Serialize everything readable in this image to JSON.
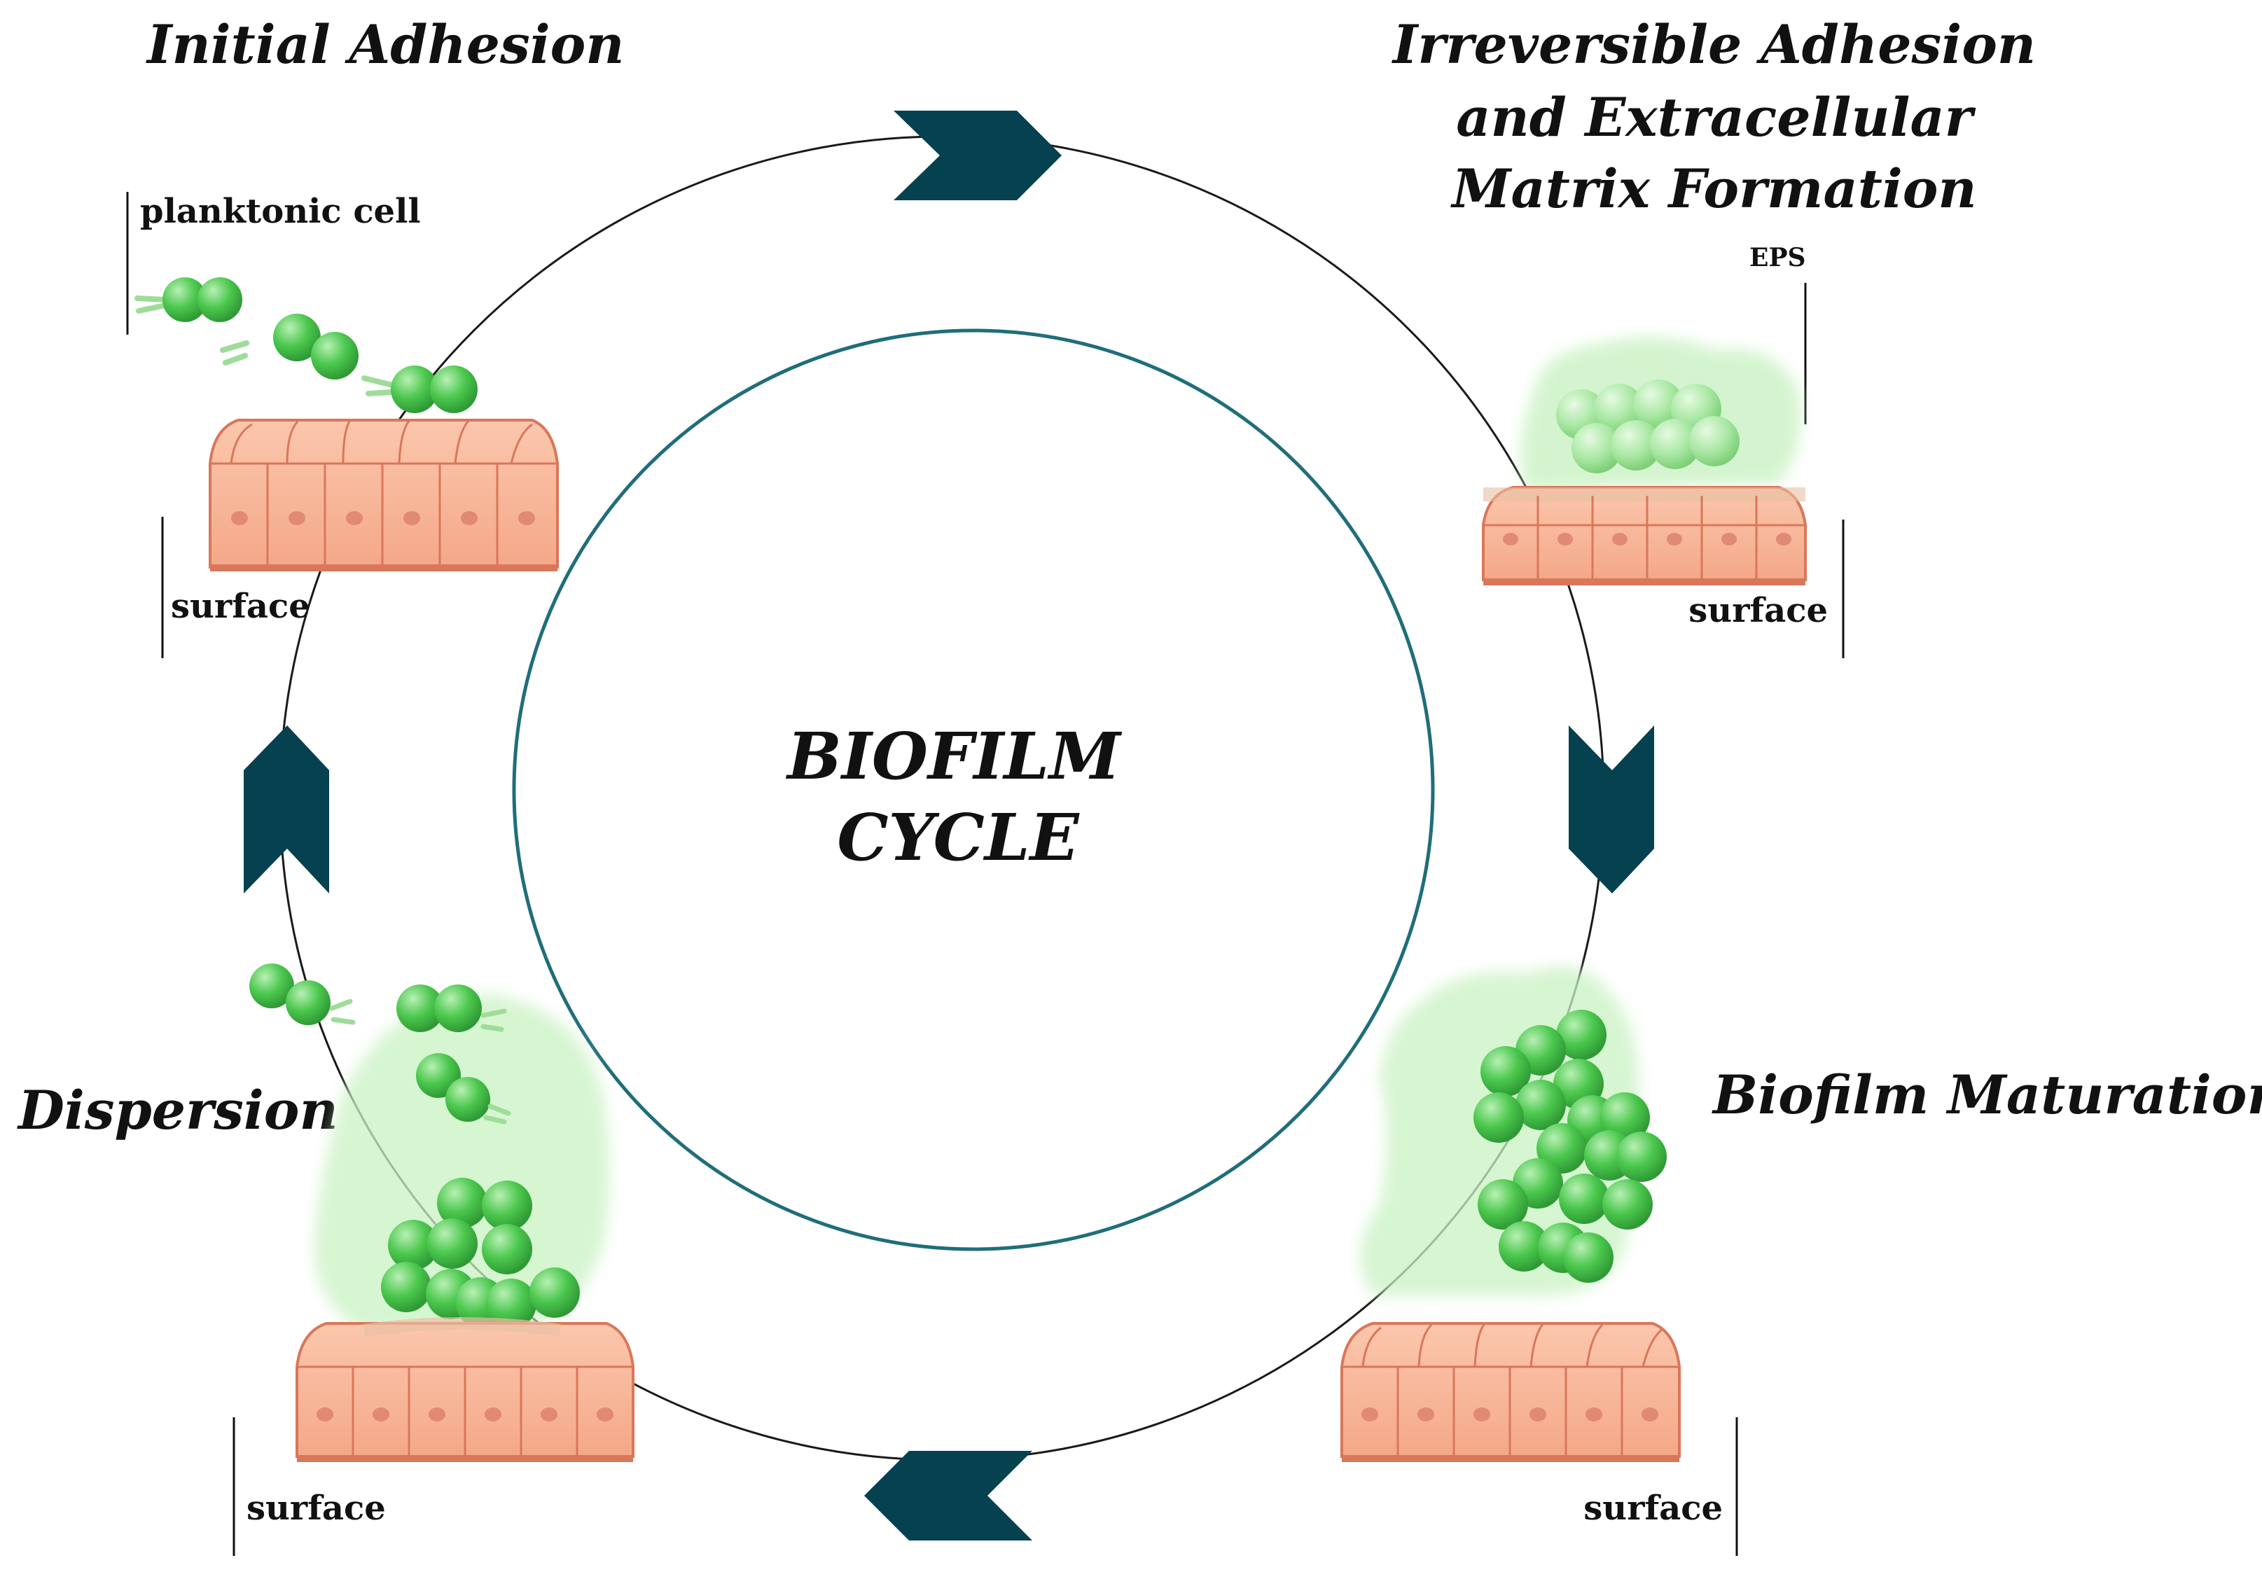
{
  "center_title": {
    "line1": "BIOFILM",
    "line2": "CYCLE"
  },
  "stages": {
    "initial_adhesion": {
      "title": "Initial Adhesion",
      "labels": {
        "planktonic": "planktonic cell",
        "surface": "surface"
      }
    },
    "irreversible_adhesion": {
      "title_lines": [
        "Irreversible Adhesion",
        "and Extracellular",
        "Matrix Formation"
      ],
      "labels": {
        "eps": "EPS",
        "surface": "surface"
      }
    },
    "biofilm_maturation": {
      "title": "Biofilm Maturation",
      "labels": {
        "surface": "surface"
      }
    },
    "dispersion": {
      "title": "Dispersion",
      "labels": {
        "surface": "surface"
      }
    }
  },
  "colors": {
    "arrow": "#06414f",
    "inner_ring": "#1f6e7a",
    "outer_ring": "#1a1a1a",
    "bacteria": "#4cc84e",
    "bacteria_light": "#8fdf8b",
    "eps_matrix": "#c9f2c2",
    "tissue_fill": "#f7b79a",
    "tissue_stroke": "#d9775a",
    "nucleus": "#e08a74"
  }
}
